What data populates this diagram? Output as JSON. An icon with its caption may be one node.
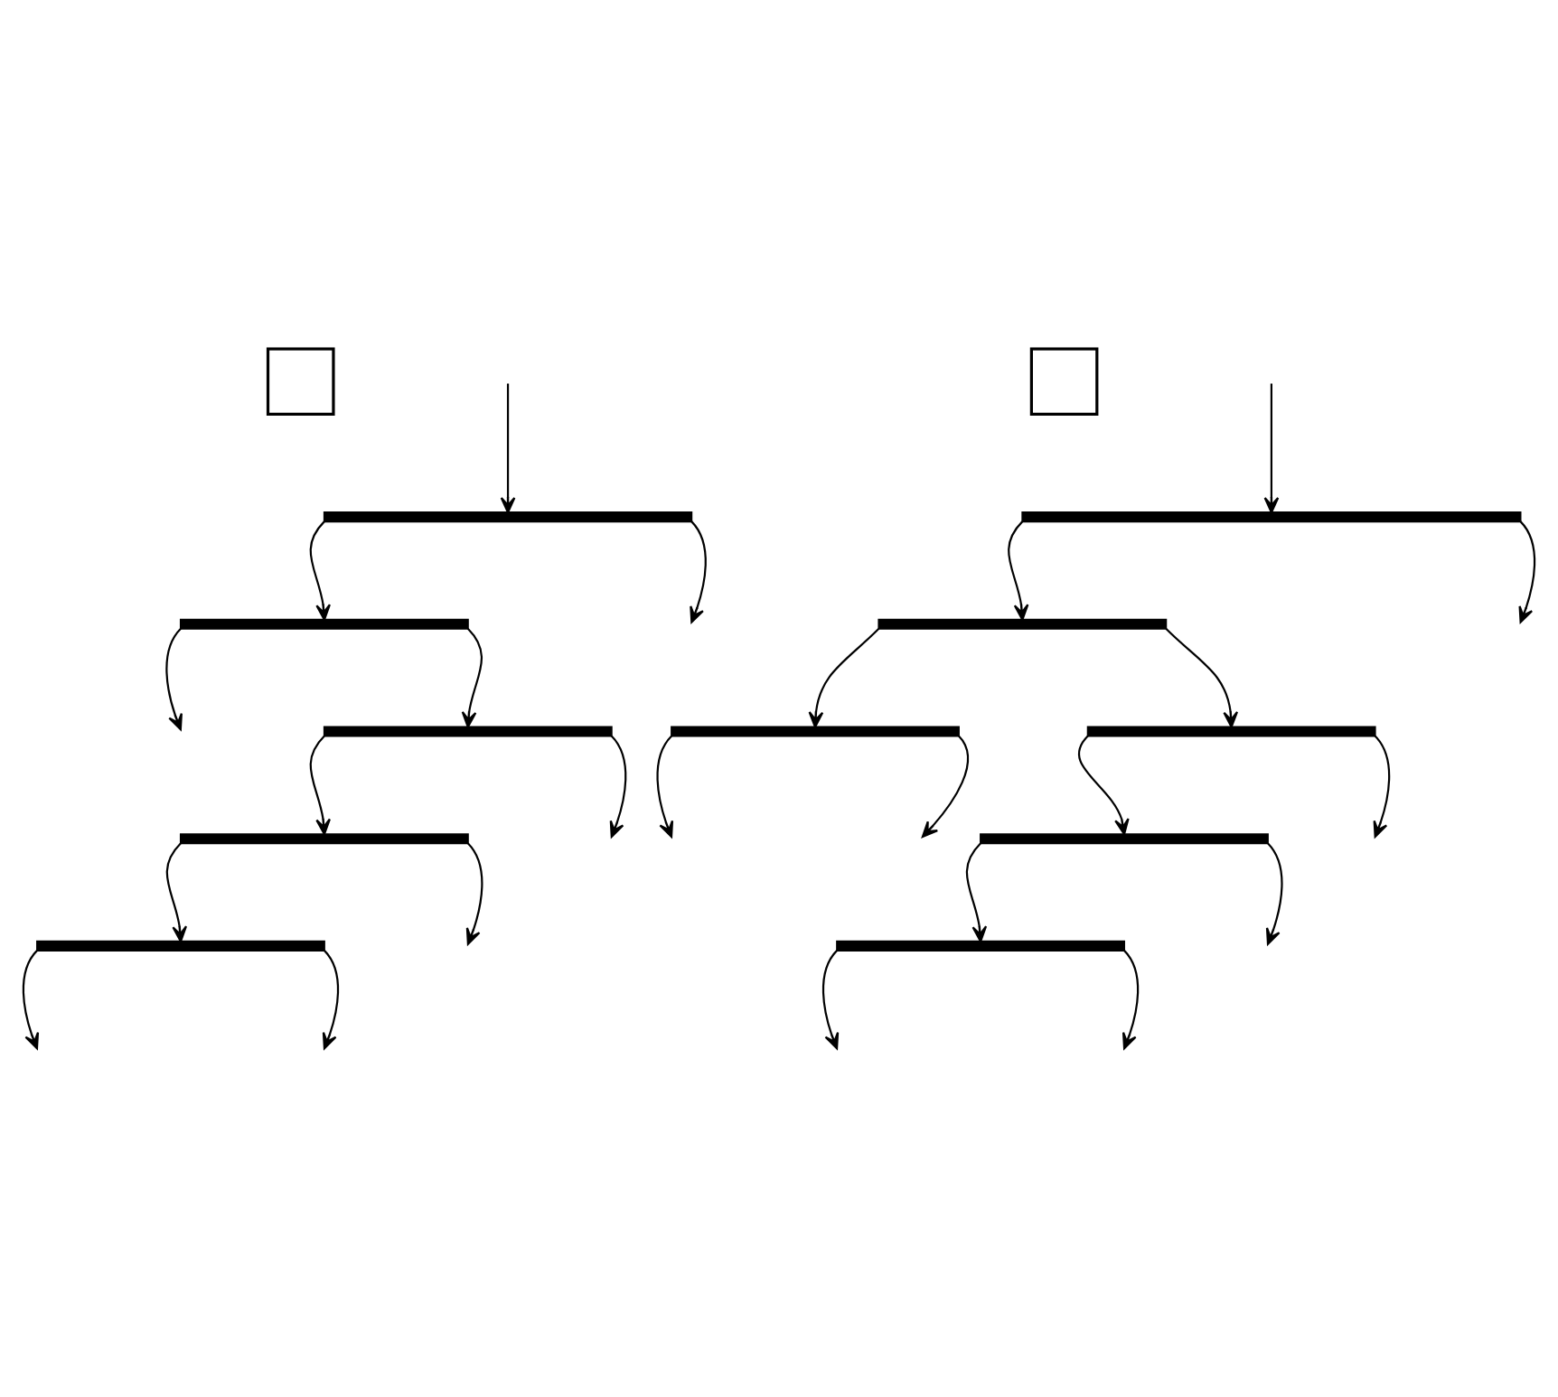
{
  "diagram": {
    "nodes": [
      {
        "text": [],
        "shape": "box"
      },
      {
        "text": [],
        "shape": "bar"
      },
      {
        "text": [],
        "shape": "bar"
      },
      {
        "text": [],
        "shape": "bar"
      },
      {
        "text": [],
        "shape": "bar"
      },
      {
        "text": [],
        "shape": "bar"
      },
      {
        "text": [],
        "shape": "box"
      },
      {
        "text": [],
        "shape": "bar"
      },
      {
        "text": [],
        "shape": "bar"
      },
      {
        "text": [],
        "shape": "bar"
      },
      {
        "text": [],
        "shape": "bar"
      },
      {
        "text": [],
        "shape": "bar"
      },
      {
        "text": [],
        "shape": "bar"
      }
    ],
    "edges": [
      {
        "from": null,
        "to": 1,
        "arrow": "to"
      },
      {
        "from": 1,
        "to": 2,
        "arrow": "to"
      },
      {
        "from": 1,
        "to": null,
        "arrow": "to"
      },
      {
        "from": 2,
        "to": 3,
        "arrow": "to"
      },
      {
        "from": 2,
        "to": null,
        "arrow": "to"
      },
      {
        "from": 3,
        "to": 4,
        "arrow": "to"
      },
      {
        "from": 3,
        "to": null,
        "arrow": "to"
      },
      {
        "from": 4,
        "to": 5,
        "arrow": "to"
      },
      {
        "from": 4,
        "to": null,
        "arrow": "to"
      },
      {
        "from": 5,
        "to": null,
        "arrow": "to"
      },
      {
        "from": 5,
        "to": null,
        "arrow": "to"
      },
      {
        "from": null,
        "to": 7,
        "arrow": "to"
      },
      {
        "from": 7,
        "to": 8,
        "arrow": "to"
      },
      {
        "from": 7,
        "to": null,
        "arrow": "to"
      },
      {
        "from": 8,
        "to": 9,
        "arrow": "to"
      },
      {
        "from": 8,
        "to": 10,
        "arrow": "to"
      },
      {
        "from": 9,
        "to": null,
        "arrow": "to"
      },
      {
        "from": 9,
        "to": null,
        "arrow": "to"
      },
      {
        "from": 10,
        "to": 11,
        "arrow": "to"
      },
      {
        "from": 10,
        "to": null,
        "arrow": "to"
      },
      {
        "from": 11,
        "to": 12,
        "arrow": "to"
      },
      {
        "from": 11,
        "to": null,
        "arrow": "to"
      },
      {
        "from": 12,
        "to": null,
        "arrow": "to"
      },
      {
        "from": 12,
        "to": null,
        "arrow": "to"
      }
    ]
  }
}
